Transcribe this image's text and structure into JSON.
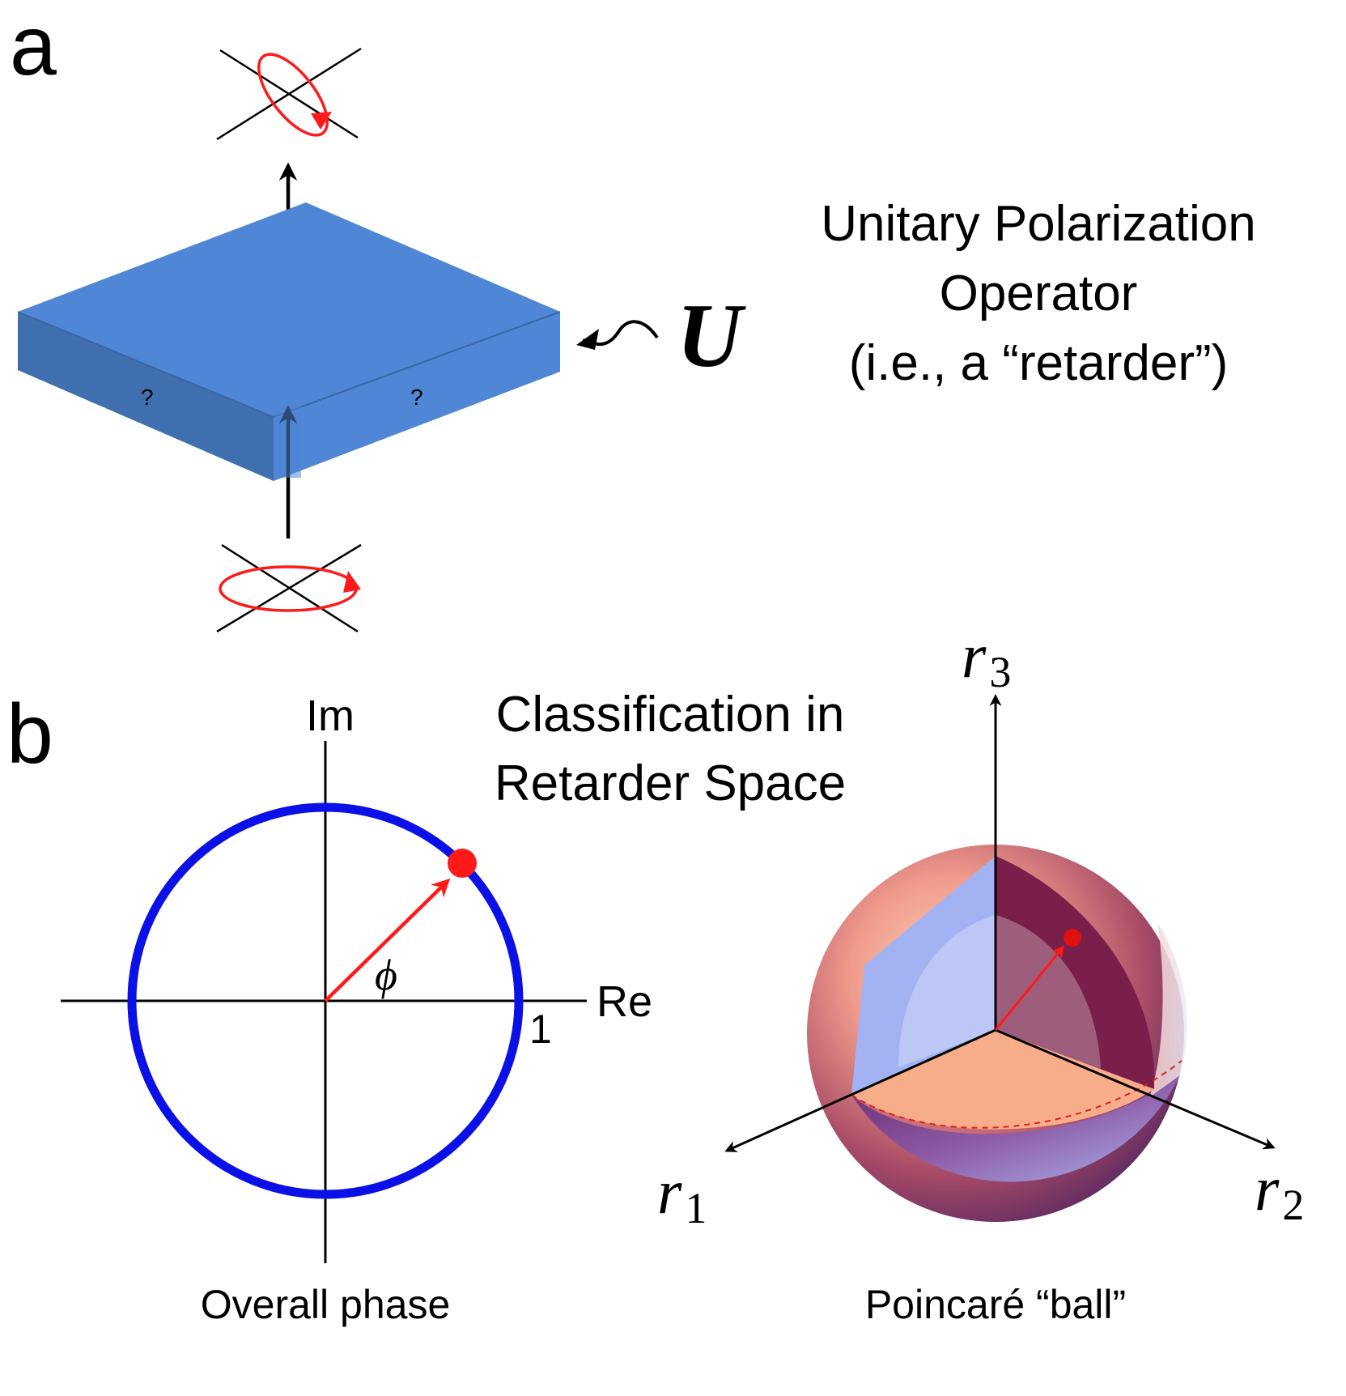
{
  "panel_a": {
    "label": "a",
    "operator_symbol": "U",
    "slab_marks": [
      "?",
      "?"
    ],
    "description_lines": [
      "Unitary Polarization",
      "Operator",
      "(i.e., a “retarder”)"
    ]
  },
  "panel_b": {
    "label": "b",
    "title_lines": [
      "Classification in",
      "Retarder Space"
    ],
    "phase_diagram": {
      "axis_real": "Re",
      "axis_imag": "Im",
      "radius_label": "1",
      "angle_label": "ϕ",
      "caption": "Overall phase",
      "circle_color": "#0a10e6",
      "point_color": "#ff1a1a"
    },
    "ball_diagram": {
      "axis_labels": {
        "r1": "r",
        "r1_sub": "1",
        "r2": "r",
        "r2_sub": "2",
        "r3": "r",
        "r3_sub": "3"
      },
      "caption": "Poincaré “ball”",
      "slab_color": "#4f86d6"
    }
  }
}
